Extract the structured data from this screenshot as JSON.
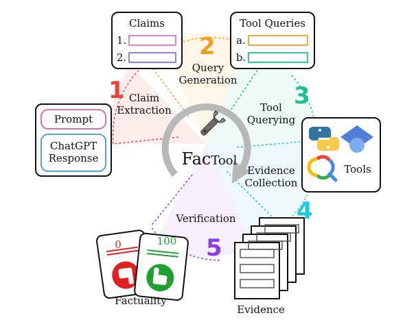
{
  "center": {
    "title_main": "Fac",
    "title_small": "Tool"
  },
  "steps": [
    {
      "number": "1",
      "label_line1": "Claim",
      "label_line2": "Extraction",
      "color": "#e8453c"
    },
    {
      "number": "2",
      "label_line1": "Query",
      "label_line2": "Generation",
      "color": "#f0a020"
    },
    {
      "number": "3",
      "label_line1": "Tool",
      "label_line2": "Querying",
      "color": "#20c090"
    },
    {
      "number": "4",
      "label_line1": "Evidence",
      "label_line2": "Collection",
      "color": "#20c8e8"
    },
    {
      "number": "5",
      "label_line1": "Verification",
      "label_line2": "",
      "color": "#8a3ee8"
    }
  ],
  "input_box": {
    "prompt_label": "Prompt",
    "response_line1": "ChatGPT",
    "response_line2": "Response",
    "prompt_color": "#e0609a",
    "response_color": "#3a9ae0"
  },
  "claims_box": {
    "title": "Claims",
    "items": [
      "1.",
      "2."
    ],
    "item_colors": [
      "#e070e0",
      "#8a70e0"
    ]
  },
  "queries_box": {
    "title": "Tool Queries",
    "items": [
      "a.",
      "b."
    ],
    "item_colors": [
      "#f0a020",
      "#20c090"
    ]
  },
  "tools_box": {
    "label": "Tools",
    "icons": [
      "python-logo-icon",
      "scholar-cap-icon",
      "google-search-icon"
    ]
  },
  "factuality": {
    "label": "Factuality",
    "scores": [
      "0",
      "100"
    ],
    "score_colors": [
      "#e02020",
      "#20a030"
    ]
  },
  "evidence": {
    "label": "Evidence"
  }
}
